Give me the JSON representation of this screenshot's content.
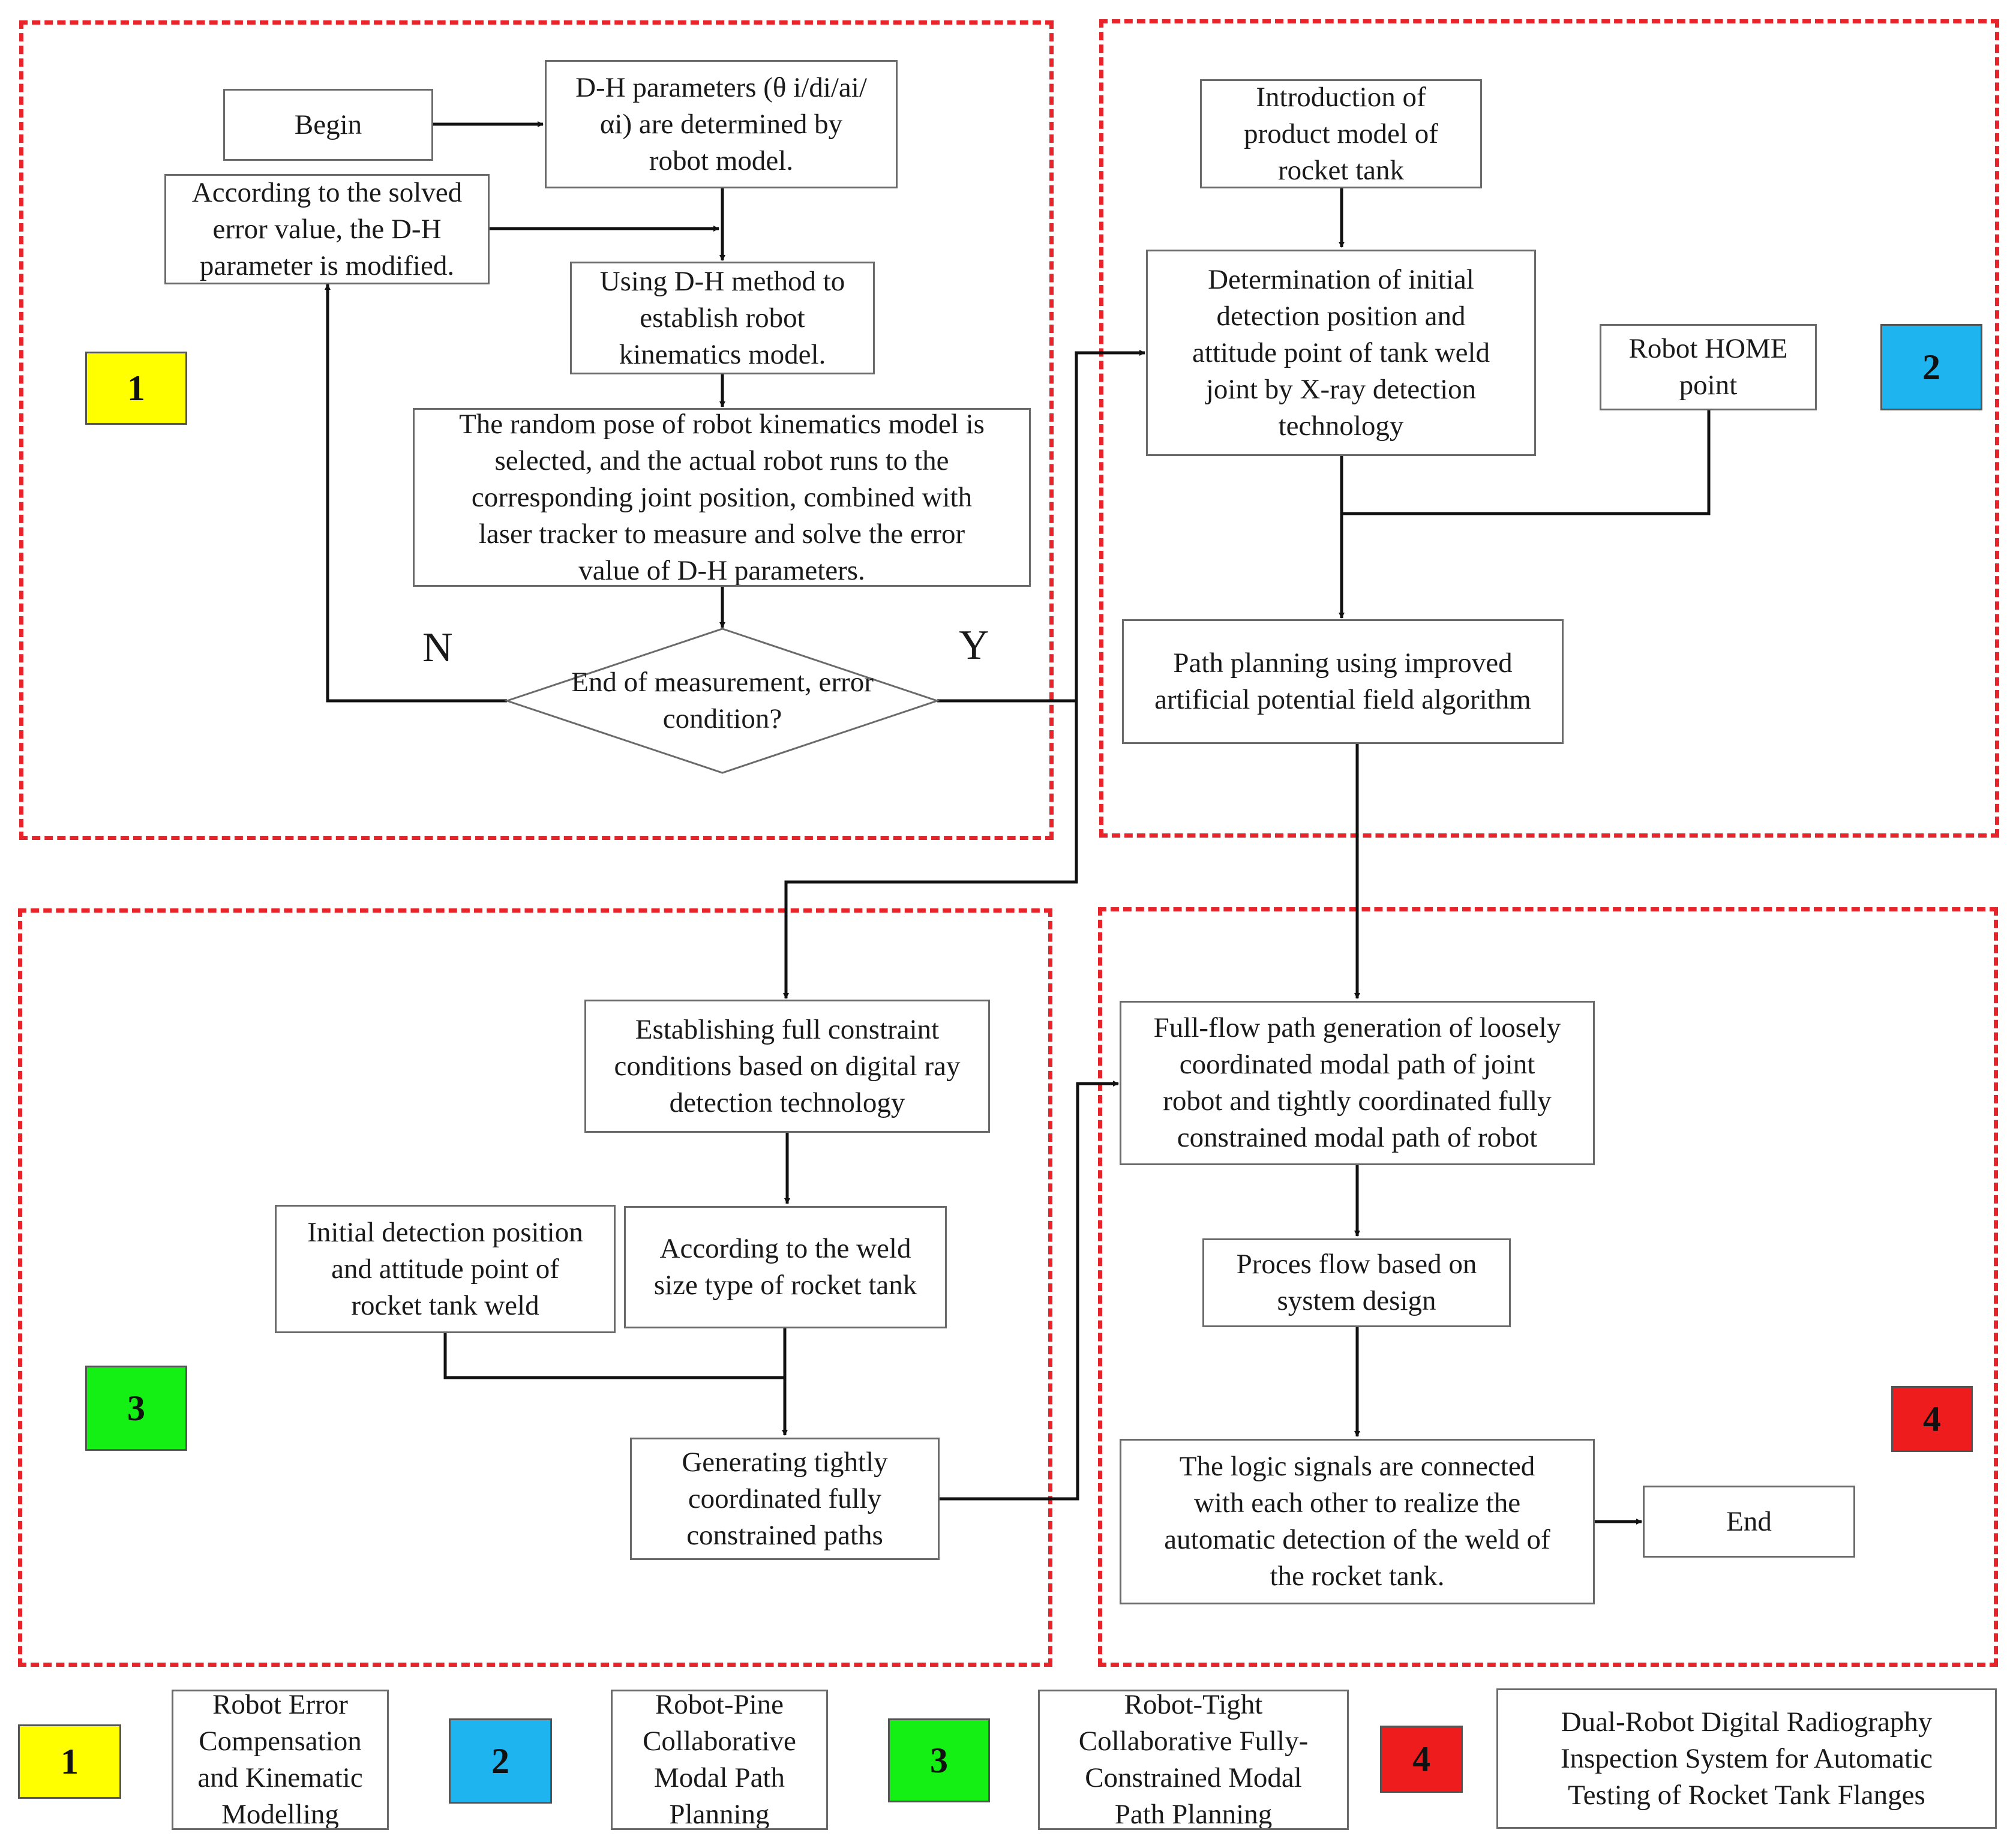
{
  "colors": {
    "region_border": "#e8232a",
    "badge_1": "#ffff00",
    "badge_2": "#1eb4f0",
    "badge_3": "#14f014",
    "badge_4": "#ee1c1c",
    "line": "#111111"
  },
  "regions": [
    {
      "id": "1",
      "badge": "1"
    },
    {
      "id": "2",
      "badge": "2"
    },
    {
      "id": "3",
      "badge": "3"
    },
    {
      "id": "4",
      "badge": "4"
    }
  ],
  "nodes": {
    "begin": "Begin",
    "dh_params": "D-H parameters (θ i/di/ai/\nαi) are determined by\nrobot model.",
    "dh_modify": "According to the solved\nerror value, the D-H\nparameter is modified.",
    "dh_method": "Using D-H method to\nestablish robot\nkinematics model.",
    "random_pose": "The random pose of robot kinematics model is\nselected, and the actual robot runs to the\ncorresponding joint position, combined with\nlaser tracker to measure and solve the error\nvalue of D-H parameters.",
    "decision": "End of measurement, error\ncondition?",
    "decision_no": "N",
    "decision_yes": "Y",
    "intro_model": "Introduction of\nproduct model of\nrocket tank",
    "initial_detect": "Determination of initial\ndetection position and\nattitude point of tank weld\njoint by X-ray detection\ntechnology",
    "robot_home": "Robot HOME\npoint",
    "path_planning": "Path planning using improved\nartificial potential field algorithm",
    "full_constraint": "Establishing full constraint\nconditions based on digital ray\ndetection technology",
    "initial_point": "Initial detection position\nand attitude point of\nrocket tank weld",
    "weld_size": "According to the weld\nsize type of rocket tank",
    "tight_paths": "Generating tightly\ncoordinated fully\nconstrained paths",
    "full_flow": "Full-flow path generation of loosely\ncoordinated modal path of joint\nrobot and tightly coordinated fully\nconstrained modal path of robot",
    "process_flow": "Proces flow based on\nsystem design",
    "logic_signals": "The logic signals are connected\nwith each other to realize the\nautomatic detection of the weld of\nthe rocket tank.",
    "end": "End"
  },
  "legend": [
    {
      "badge": "1",
      "text": "Robot Error\nCompensation\nand Kinematic\nModelling"
    },
    {
      "badge": "2",
      "text": "Robot-Pine\nCollaborative\nModal Path\nPlanning"
    },
    {
      "badge": "3",
      "text": "Robot-Tight\nCollaborative Fully-\nConstrained Modal\nPath Planning"
    },
    {
      "badge": "4",
      "text": "Dual-Robot Digital Radiography\nInspection System for Automatic\nTesting of Rocket Tank Flanges"
    }
  ]
}
